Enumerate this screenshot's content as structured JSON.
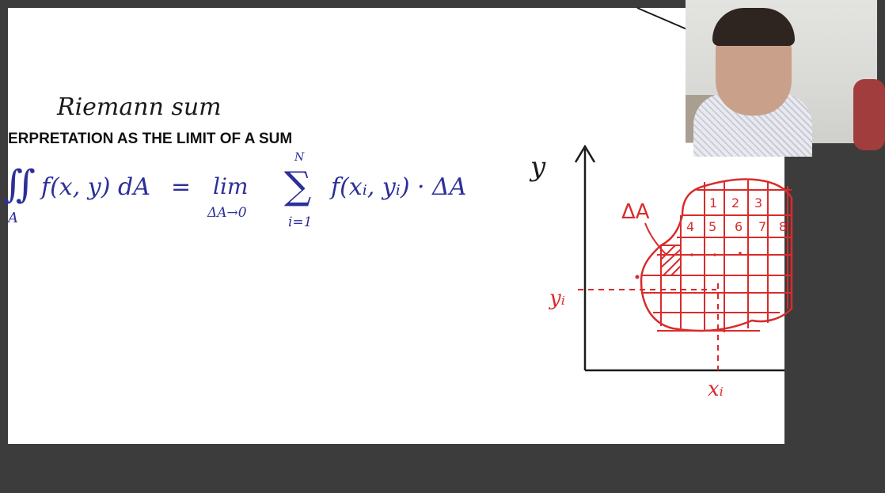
{
  "slide": {
    "title": "ERPRETATION AS THE LIMIT OF A SUM",
    "handwritten_heading": "Riemann sum",
    "formula": {
      "integral_subscript": "A",
      "lhs": "f(x, y) dA",
      "equals": "=",
      "lim": "lim",
      "lim_subscript": "ΔA→0",
      "sum_upper": "N",
      "sum_lower": "i=1",
      "rhs": "f(xᵢ, yᵢ) · ΔA"
    },
    "diagram": {
      "y_axis_label": "y",
      "x_marker_label": "xᵢ",
      "y_marker_label": "yᵢ",
      "delta_label": "ΔA",
      "cell_numbers": [
        "1",
        "2",
        "3",
        "4",
        "5",
        "6",
        "7",
        "8"
      ]
    }
  },
  "webcam": {
    "description_hidden": true
  },
  "colors": {
    "ink_blue": "#2d2f9a",
    "ink_red": "#d92b2b",
    "ink_black": "#1a1a1a",
    "frame_bg": "#3c3c3c"
  }
}
